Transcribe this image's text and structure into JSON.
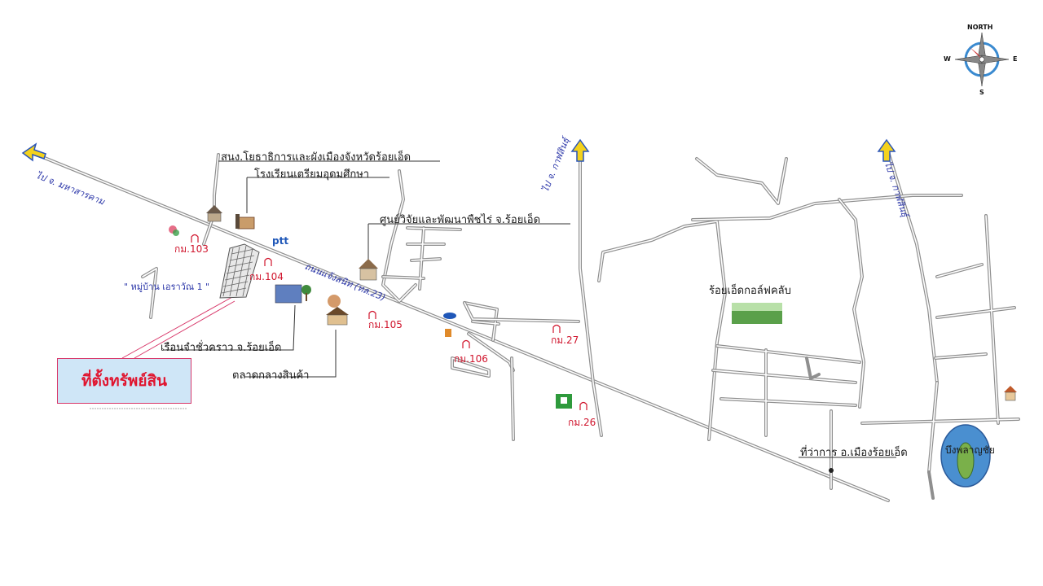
{
  "compass": {
    "north": "NORTH",
    "south": "S",
    "east": "E",
    "west": "W"
  },
  "roads": {
    "highway_label": "ถนนแจ้งสนิท (ทล.23)",
    "to_maha_sarakham": "ไป จ. มหาสารคาม",
    "to_kalasin_1": "ไป จ. กาฬสินธุ์",
    "to_kalasin_2": "ไป จ. กาฬสินธุ์"
  },
  "places": {
    "planning_office": "สนง.โยธาธิการและผังเมืองจังหวัดร้อยเอ็ด",
    "school": "โรงเรียนเตรียมอุดมศึกษา",
    "research_center": "ศูนย์วิจัยและพัฒนาพืชไร่ จ.ร้อยเอ็ด",
    "village": "\" หมู่บ้าน เอราวัณ 1 \"",
    "prison": "เรือนจำชั่วคราว จ.ร้อยเอ็ด",
    "market": "ตลาดกลางสินค้า",
    "golf_club": "ร้อยเอ็ดกอล์ฟคลับ",
    "district_office": "ที่ว่าการ อ.เมืองร้อยเอ็ด",
    "lake": "บึงพลาญชัย",
    "ptt": "ptt"
  },
  "km_markers": [
    "กม.103",
    "กม.104",
    "กม.105",
    "กม.106",
    "กม.27",
    "กม.26"
  ],
  "property_label": "ที่ตั้งทรัพย์สิน",
  "colors": {
    "road": "#8a8a8a",
    "km_red": "#d0142c",
    "arrow_yellow": "#f4d21c",
    "arrow_blue": "#2a55b8",
    "property_bg": "#cfe6f7"
  }
}
